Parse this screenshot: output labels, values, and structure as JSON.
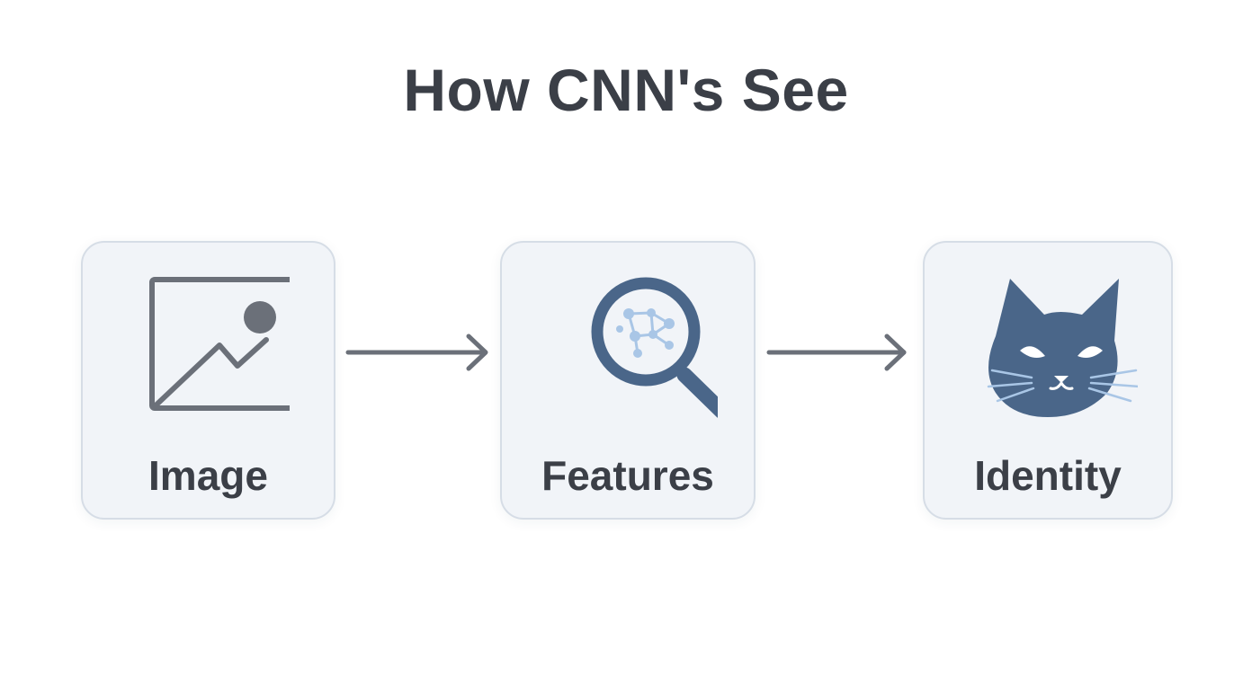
{
  "title": "How CNN's See",
  "steps": [
    {
      "label": "Image",
      "icon": "image-icon"
    },
    {
      "label": "Features",
      "icon": "magnifier-network-icon"
    },
    {
      "label": "Identity",
      "icon": "cat-face-icon"
    }
  ],
  "arrows": [
    "arrow-right-icon",
    "arrow-right-icon"
  ],
  "colors": {
    "title": "#3b3f47",
    "card_background": "#f1f4f8",
    "card_border": "#d6dde6",
    "image_icon": "#6b7079",
    "accent_blue": "#4a6689",
    "feature_dots": "#a9c6e6",
    "arrow": "#6b7079"
  }
}
